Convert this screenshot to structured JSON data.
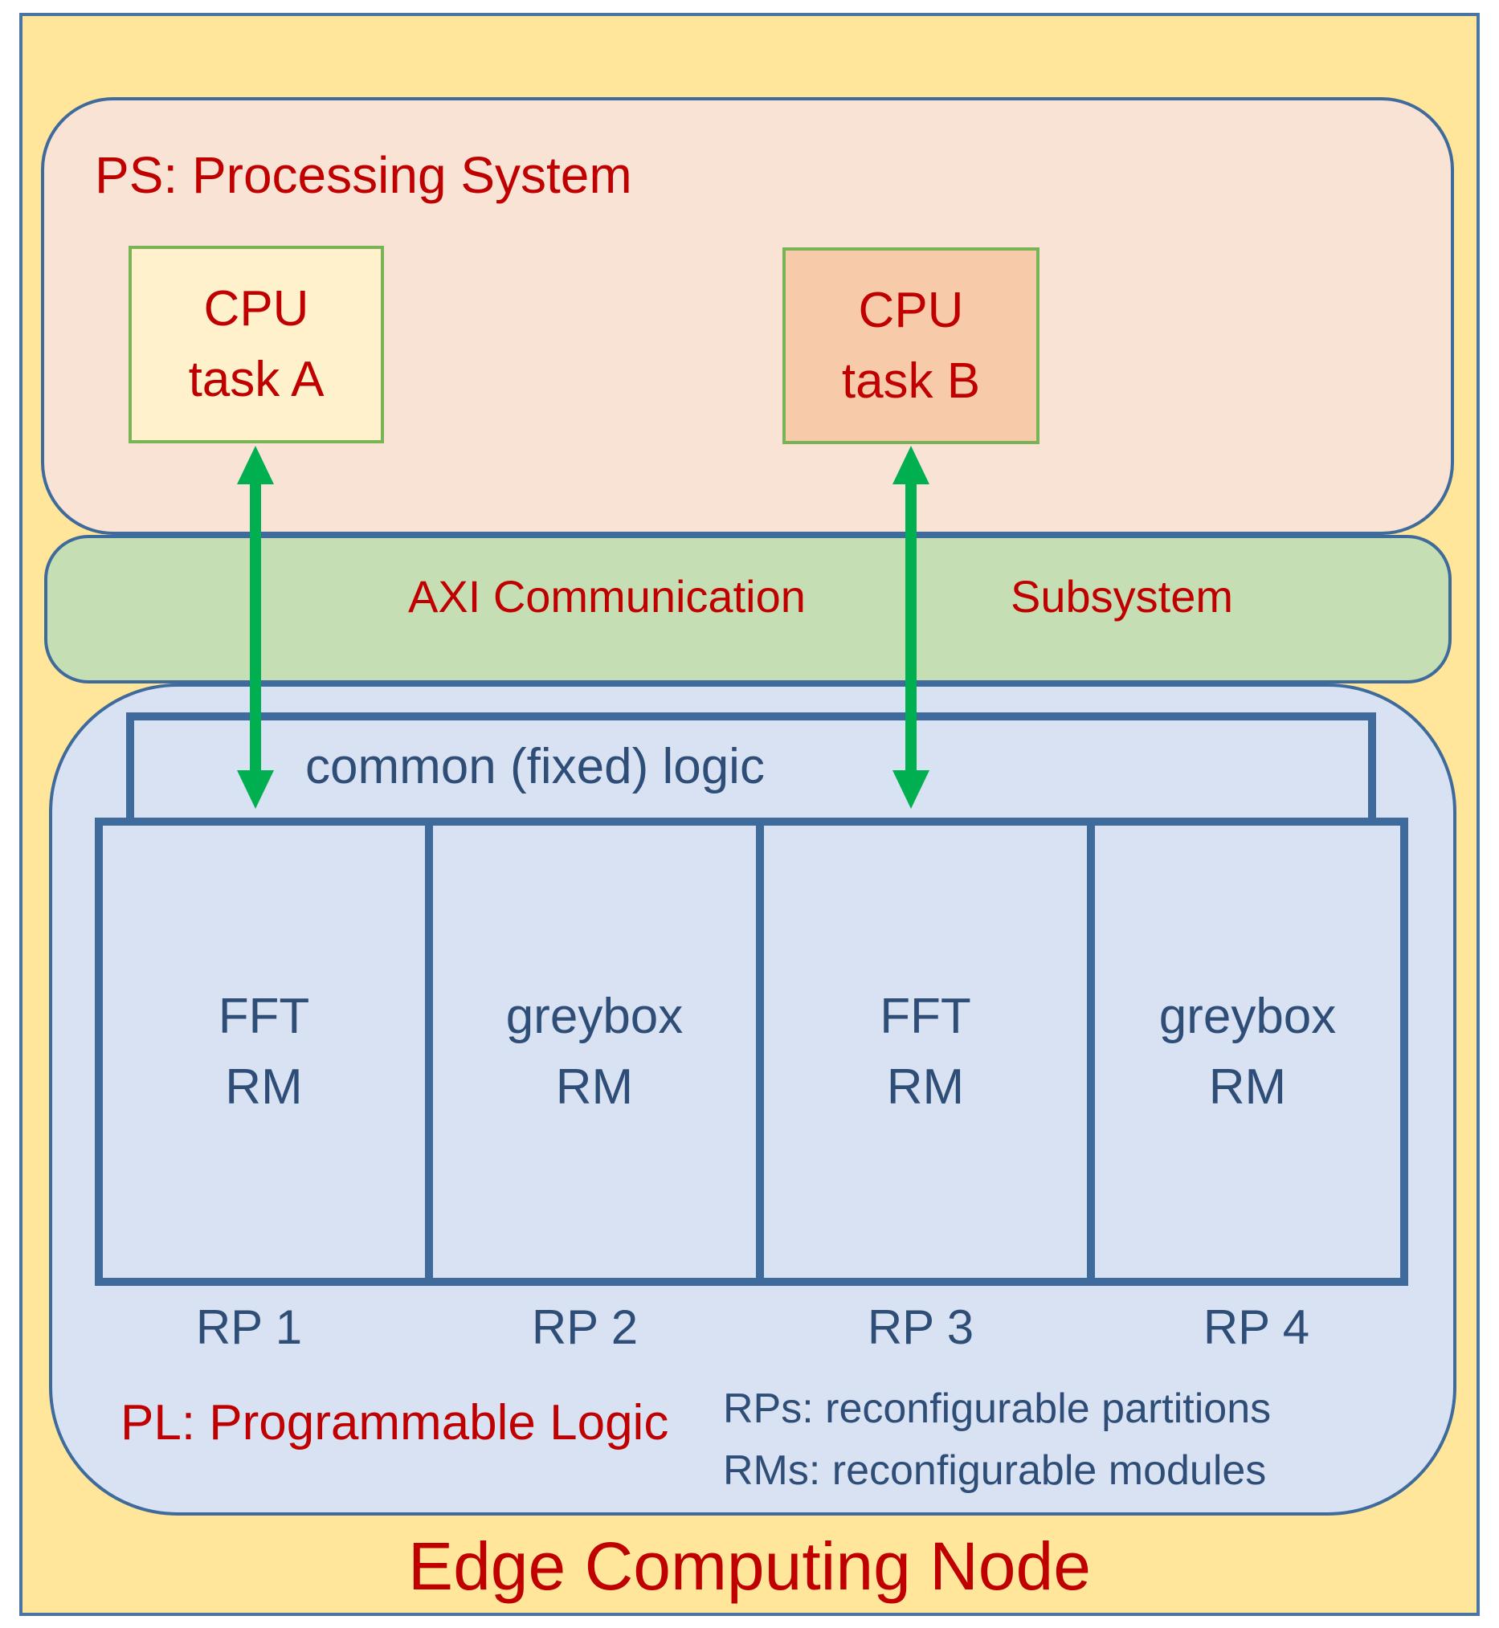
{
  "node": {
    "title": "Edge Computing Node"
  },
  "ps": {
    "title": "PS: Processing System",
    "cpu_a": {
      "line1": "CPU",
      "line2": "task A"
    },
    "cpu_b": {
      "line1": "CPU",
      "line2": "task B"
    }
  },
  "axi": {
    "label_left": "AXI Communication",
    "label_right": "Subsystem"
  },
  "pl": {
    "title": "PL: Programmable Logic",
    "common_logic": "common (fixed) logic",
    "partitions": [
      {
        "line1": "FFT",
        "line2": "RM",
        "label": "RP 1"
      },
      {
        "line1": "greybox",
        "line2": "RM",
        "label": "RP 2"
      },
      {
        "line1": "FFT",
        "line2": "RM",
        "label": "RP 3"
      },
      {
        "line1": "greybox",
        "line2": "RM",
        "label": "RP 4"
      }
    ],
    "legend": {
      "rps": "RPs: reconfigurable partitions",
      "rms": "RMs: reconfigurable modules"
    }
  },
  "colors": {
    "node_bg": "#FFE69A",
    "ps_bg": "#F9E3D4",
    "axi_bg": "#C6DEB3",
    "pl_bg": "#D9E2F2",
    "border_blue": "#3F6B9C",
    "arrow_green": "#00B050",
    "label_red": "#C00000",
    "label_blue": "#2E4E78"
  }
}
